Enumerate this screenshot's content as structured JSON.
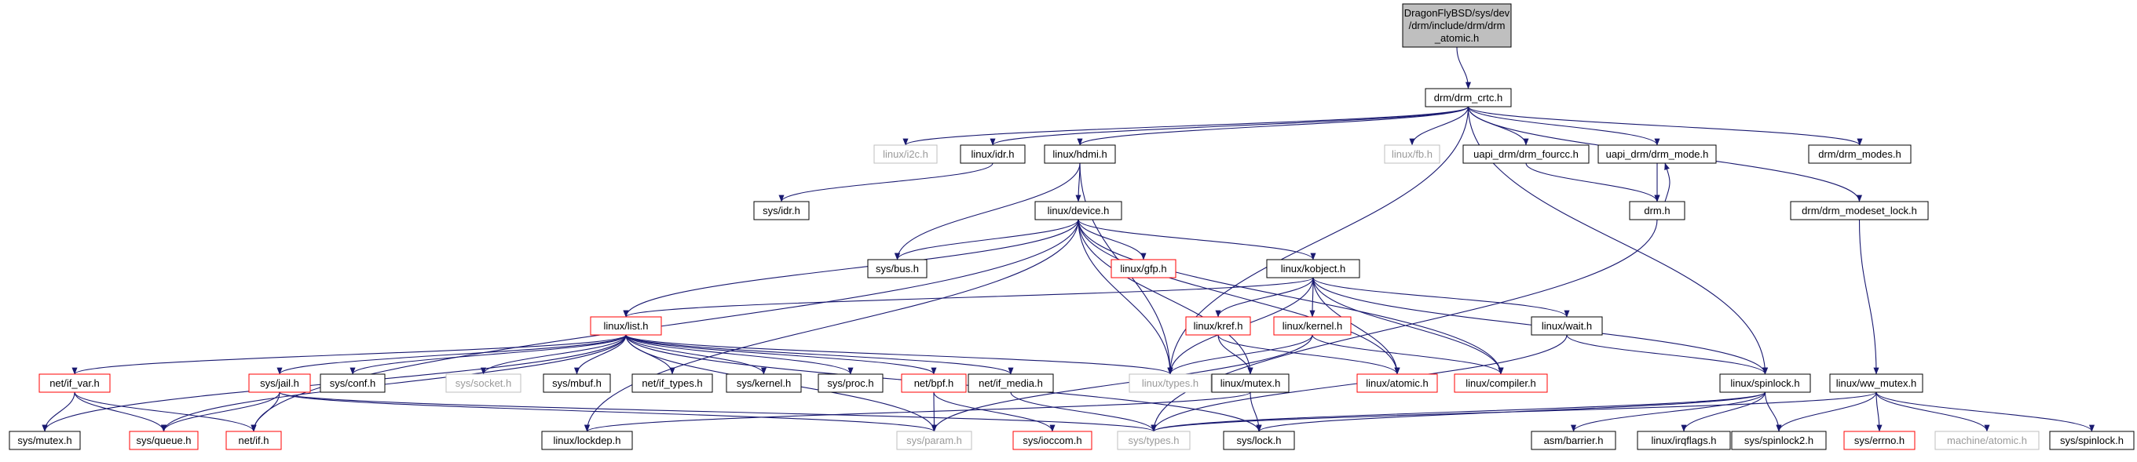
{
  "graph": {
    "colors": {
      "edge": "#191970",
      "root_fill": "#bfbfbf",
      "normal_border": "#000000",
      "truncated_border": "#ff0000",
      "missing_border": "#bfbfbf",
      "missing_text": "#9a9a9a"
    },
    "nodes": [
      {
        "id": "root",
        "lines": [
          "DragonFlyBSD/sys/dev",
          "/drm/include/drm/drm",
          "_atomic.h"
        ],
        "style": "root"
      },
      {
        "id": "drm_crtc",
        "lines": [
          "drm/drm_crtc.h"
        ],
        "style": "normal"
      },
      {
        "id": "linux_i2c",
        "lines": [
          "linux/i2c.h"
        ],
        "style": "missing"
      },
      {
        "id": "linux_idr",
        "lines": [
          "linux/idr.h"
        ],
        "style": "normal"
      },
      {
        "id": "linux_hdmi",
        "lines": [
          "linux/hdmi.h"
        ],
        "style": "normal"
      },
      {
        "id": "linux_fb",
        "lines": [
          "linux/fb.h"
        ],
        "style": "missing"
      },
      {
        "id": "uapi_fourcc",
        "lines": [
          "uapi_drm/drm_fourcc.h"
        ],
        "style": "normal"
      },
      {
        "id": "uapi_mode",
        "lines": [
          "uapi_drm/drm_mode.h"
        ],
        "style": "normal"
      },
      {
        "id": "drm_modes",
        "lines": [
          "drm/drm_modes.h"
        ],
        "style": "normal"
      },
      {
        "id": "sys_idr",
        "lines": [
          "sys/idr.h"
        ],
        "style": "normal"
      },
      {
        "id": "linux_device",
        "lines": [
          "linux/device.h"
        ],
        "style": "normal"
      },
      {
        "id": "drm_h",
        "lines": [
          "drm.h"
        ],
        "style": "normal"
      },
      {
        "id": "modeset_lock",
        "lines": [
          "drm/drm_modeset_lock.h"
        ],
        "style": "normal"
      },
      {
        "id": "sys_bus",
        "lines": [
          "sys/bus.h"
        ],
        "style": "normal"
      },
      {
        "id": "linux_gfp",
        "lines": [
          "linux/gfp.h"
        ],
        "style": "truncated"
      },
      {
        "id": "linux_kobject",
        "lines": [
          "linux/kobject.h"
        ],
        "style": "normal"
      },
      {
        "id": "linux_list",
        "lines": [
          "linux/list.h"
        ],
        "style": "truncated"
      },
      {
        "id": "linux_kref",
        "lines": [
          "linux/kref.h"
        ],
        "style": "truncated"
      },
      {
        "id": "linux_kernel",
        "lines": [
          "linux/kernel.h"
        ],
        "style": "truncated"
      },
      {
        "id": "linux_wait",
        "lines": [
          "linux/wait.h"
        ],
        "style": "normal"
      },
      {
        "id": "net_if_var",
        "lines": [
          "net/if_var.h"
        ],
        "style": "truncated"
      },
      {
        "id": "sys_jail",
        "lines": [
          "sys/jail.h"
        ],
        "style": "truncated"
      },
      {
        "id": "sys_conf",
        "lines": [
          "sys/conf.h"
        ],
        "style": "normal"
      },
      {
        "id": "sys_socket",
        "lines": [
          "sys/socket.h"
        ],
        "style": "missing"
      },
      {
        "id": "sys_mbuf",
        "lines": [
          "sys/mbuf.h"
        ],
        "style": "normal"
      },
      {
        "id": "net_if_types",
        "lines": [
          "net/if_types.h"
        ],
        "style": "normal"
      },
      {
        "id": "sys_kernel",
        "lines": [
          "sys/kernel.h"
        ],
        "style": "normal"
      },
      {
        "id": "sys_proc",
        "lines": [
          "sys/proc.h"
        ],
        "style": "normal"
      },
      {
        "id": "net_bpf",
        "lines": [
          "net/bpf.h"
        ],
        "style": "truncated"
      },
      {
        "id": "net_if_media",
        "lines": [
          "net/if_media.h"
        ],
        "style": "normal"
      },
      {
        "id": "linux_types",
        "lines": [
          "linux/types.h"
        ],
        "style": "missing"
      },
      {
        "id": "linux_mutex",
        "lines": [
          "linux/mutex.h"
        ],
        "style": "normal"
      },
      {
        "id": "linux_atomic",
        "lines": [
          "linux/atomic.h"
        ],
        "style": "truncated"
      },
      {
        "id": "linux_compiler",
        "lines": [
          "linux/compiler.h"
        ],
        "style": "truncated"
      },
      {
        "id": "linux_spinlock",
        "lines": [
          "linux/spinlock.h"
        ],
        "style": "normal"
      },
      {
        "id": "linux_ww_mutex",
        "lines": [
          "linux/ww_mutex.h"
        ],
        "style": "normal"
      },
      {
        "id": "sys_mutex",
        "lines": [
          "sys/mutex.h"
        ],
        "style": "normal"
      },
      {
        "id": "sys_queue",
        "lines": [
          "sys/queue.h"
        ],
        "style": "truncated"
      },
      {
        "id": "net_if",
        "lines": [
          "net/if.h"
        ],
        "style": "truncated"
      },
      {
        "id": "linux_lockdep",
        "lines": [
          "linux/lockdep.h"
        ],
        "style": "normal"
      },
      {
        "id": "sys_param",
        "lines": [
          "sys/param.h"
        ],
        "style": "missing"
      },
      {
        "id": "sys_ioccom",
        "lines": [
          "sys/ioccom.h"
        ],
        "style": "truncated"
      },
      {
        "id": "sys_types",
        "lines": [
          "sys/types.h"
        ],
        "style": "missing"
      },
      {
        "id": "sys_lock",
        "lines": [
          "sys/lock.h"
        ],
        "style": "normal"
      },
      {
        "id": "asm_barrier",
        "lines": [
          "asm/barrier.h"
        ],
        "style": "normal"
      },
      {
        "id": "linux_irqflags",
        "lines": [
          "linux/irqflags.h"
        ],
        "style": "normal"
      },
      {
        "id": "sys_spinlock2",
        "lines": [
          "sys/spinlock2.h"
        ],
        "style": "normal"
      },
      {
        "id": "sys_errno",
        "lines": [
          "sys/errno.h"
        ],
        "style": "truncated"
      },
      {
        "id": "machine_atomic",
        "lines": [
          "machine/atomic.h"
        ],
        "style": "missing"
      },
      {
        "id": "sys_spinlock",
        "lines": [
          "sys/spinlock.h"
        ],
        "style": "normal"
      }
    ],
    "edges": [
      [
        "root",
        "drm_crtc"
      ],
      [
        "drm_crtc",
        "linux_i2c"
      ],
      [
        "drm_crtc",
        "linux_idr"
      ],
      [
        "drm_crtc",
        "linux_hdmi"
      ],
      [
        "drm_crtc",
        "linux_fb"
      ],
      [
        "drm_crtc",
        "uapi_fourcc"
      ],
      [
        "drm_crtc",
        "uapi_mode"
      ],
      [
        "drm_crtc",
        "drm_modes"
      ],
      [
        "drm_crtc",
        "modeset_lock"
      ],
      [
        "drm_crtc",
        "linux_types"
      ],
      [
        "drm_crtc",
        "linux_spinlock"
      ],
      [
        "linux_idr",
        "sys_idr"
      ],
      [
        "linux_hdmi",
        "linux_device"
      ],
      [
        "linux_hdmi",
        "sys_bus"
      ],
      [
        "linux_hdmi",
        "linux_types"
      ],
      [
        "uapi_fourcc",
        "drm_h"
      ],
      [
        "uapi_mode",
        "drm_h"
      ],
      [
        "drm_h",
        "uapi_mode"
      ],
      [
        "drm_h",
        "sys_types"
      ],
      [
        "modeset_lock",
        "linux_ww_mutex"
      ],
      [
        "linux_device",
        "sys_bus"
      ],
      [
        "linux_device",
        "linux_gfp"
      ],
      [
        "linux_device",
        "linux_kobject"
      ],
      [
        "linux_device",
        "linux_list"
      ],
      [
        "linux_device",
        "linux_types"
      ],
      [
        "linux_device",
        "linux_mutex"
      ],
      [
        "linux_device",
        "linux_atomic"
      ],
      [
        "linux_device",
        "linux_compiler"
      ],
      [
        "linux_device",
        "linux_lockdep"
      ],
      [
        "linux_device",
        "net_if"
      ],
      [
        "linux_kobject",
        "linux_list"
      ],
      [
        "linux_kobject",
        "linux_kref"
      ],
      [
        "linux_kobject",
        "linux_kernel"
      ],
      [
        "linux_kobject",
        "linux_wait"
      ],
      [
        "linux_kobject",
        "linux_types"
      ],
      [
        "linux_kobject",
        "linux_atomic"
      ],
      [
        "linux_kobject",
        "linux_compiler"
      ],
      [
        "linux_kobject",
        "linux_spinlock"
      ],
      [
        "linux_kref",
        "linux_mutex"
      ],
      [
        "linux_kref",
        "linux_atomic"
      ],
      [
        "linux_kernel",
        "linux_types"
      ],
      [
        "linux_kernel",
        "linux_compiler"
      ],
      [
        "linux_kernel",
        "sys_param"
      ],
      [
        "linux_wait",
        "linux_spinlock"
      ],
      [
        "linux_wait",
        "sys_types"
      ],
      [
        "linux_list",
        "net_if_var"
      ],
      [
        "linux_list",
        "sys_mutex"
      ],
      [
        "linux_list",
        "sys_jail"
      ],
      [
        "linux_list",
        "sys_conf"
      ],
      [
        "linux_list",
        "sys_socket"
      ],
      [
        "linux_list",
        "sys_mbuf"
      ],
      [
        "linux_list",
        "net_if_types"
      ],
      [
        "linux_list",
        "sys_kernel"
      ],
      [
        "linux_list",
        "sys_proc"
      ],
      [
        "linux_list",
        "net_bpf"
      ],
      [
        "linux_list",
        "net_if_media"
      ],
      [
        "linux_list",
        "linux_types"
      ],
      [
        "linux_list",
        "sys_queue"
      ],
      [
        "linux_list",
        "sys_lock"
      ],
      [
        "linux_list",
        "sys_param"
      ],
      [
        "net_if_var",
        "sys_mutex"
      ],
      [
        "net_if_var",
        "sys_queue"
      ],
      [
        "net_if_var",
        "net_if"
      ],
      [
        "sys_jail",
        "sys_queue"
      ],
      [
        "sys_jail",
        "net_if"
      ],
      [
        "sys_jail",
        "sys_param"
      ],
      [
        "sys_jail",
        "sys_types"
      ],
      [
        "net_bpf",
        "sys_param"
      ],
      [
        "net_bpf",
        "sys_ioccom"
      ],
      [
        "net_if_media",
        "sys_types"
      ],
      [
        "linux_mutex",
        "sys_lock"
      ],
      [
        "linux_mutex",
        "linux_lockdep"
      ],
      [
        "linux_spinlock",
        "asm_barrier"
      ],
      [
        "linux_spinlock",
        "linux_irqflags"
      ],
      [
        "linux_spinlock",
        "sys_spinlock2"
      ],
      [
        "linux_spinlock",
        "sys_lock"
      ],
      [
        "linux_spinlock",
        "sys_types"
      ],
      [
        "linux_ww_mutex",
        "sys_errno"
      ],
      [
        "linux_ww_mutex",
        "machine_atomic"
      ],
      [
        "linux_ww_mutex",
        "sys_spinlock"
      ],
      [
        "linux_ww_mutex",
        "sys_spinlock2"
      ],
      [
        "linux_ww_mutex",
        "sys_types"
      ]
    ]
  }
}
